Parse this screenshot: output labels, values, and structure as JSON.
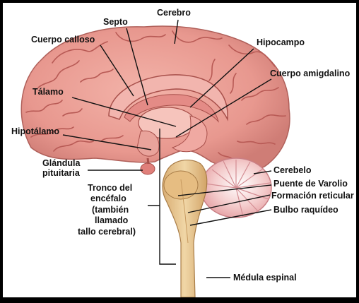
{
  "labels": {
    "cerebro": "Cerebro",
    "septo": "Septo",
    "cuerpo_calloso": "Cuerpo calloso",
    "hipocampo": "Hipocampo",
    "cuerpo_amigdalino": "Cuerpo amigdalino",
    "talamo": "Tálamo",
    "hipotalamo": "Hipotálamo",
    "glandula_1": "Glándula",
    "glandula_2": "pituitaria",
    "tronco_1": "Tronco del",
    "tronco_2": "encéfalo",
    "tronco_3": "(también",
    "tronco_4": "llamado",
    "tronco_5": "tallo cerebral)",
    "cerebelo": "Cerebelo",
    "puente": "Puente de Varolio",
    "formacion": "Formación reticular",
    "bulbo": "Bulbo raquídeo",
    "medula": "Médula espinal"
  },
  "colors": {
    "cortex": "#e8988f",
    "cortex_dark": "#b85a55",
    "inner": "#f1b3ad",
    "cerebellum": "#f0b8b8",
    "brainstem": "#e9c896",
    "spinal": "#f3ddb5",
    "border": "#000000"
  }
}
